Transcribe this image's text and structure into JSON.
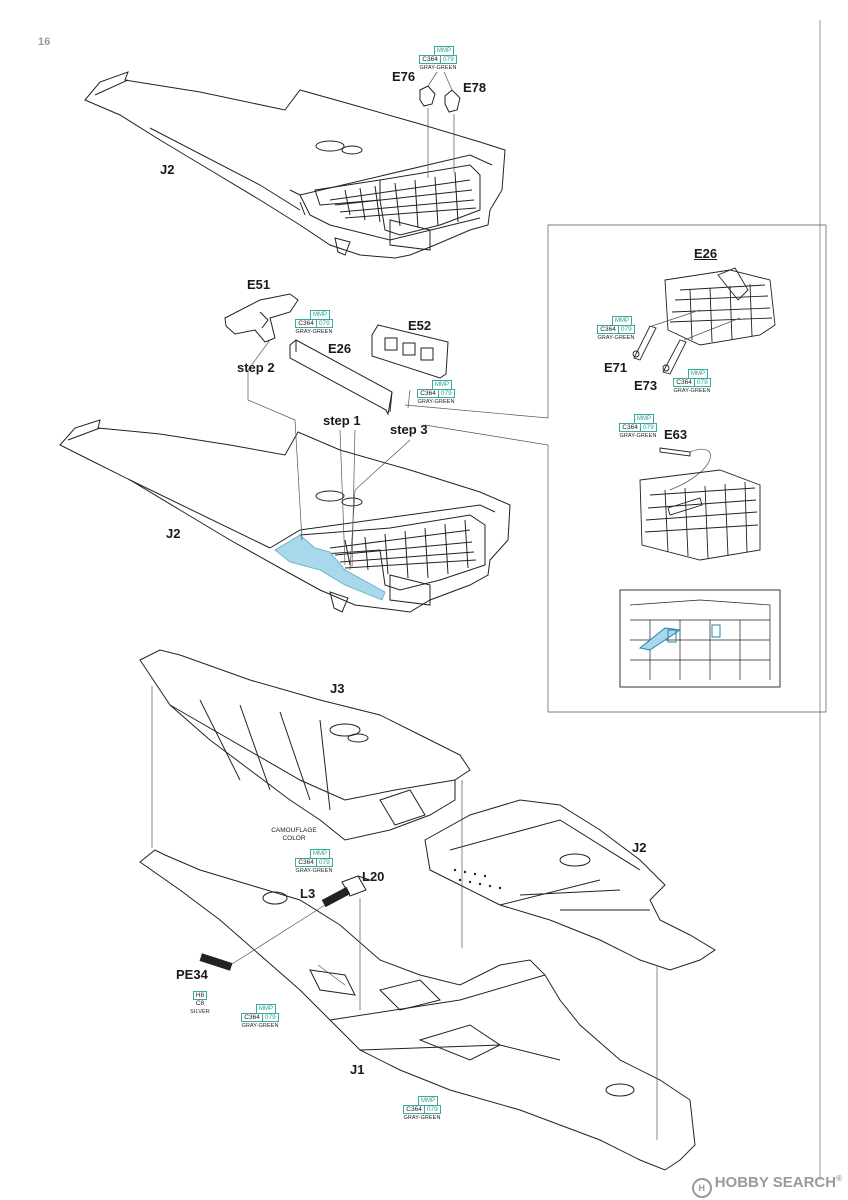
{
  "page_number": "16",
  "section1": {
    "parts": {
      "e76": "E76",
      "e78": "E78",
      "j2": "J2"
    }
  },
  "section2": {
    "parts": {
      "e51": "E51",
      "e26": "E26",
      "e52": "E52",
      "j2": "J2"
    },
    "steps": {
      "step1": "step 1",
      "step2": "step 2",
      "step3": "step 3"
    }
  },
  "detail": {
    "parts": {
      "e26": "E26",
      "e71": "E71",
      "e73": "E73",
      "e63": "E63"
    }
  },
  "section3": {
    "parts": {
      "j3": "J3",
      "j2": "J2",
      "l3": "L3",
      "l20": "L20",
      "pe34": "PE34",
      "j1": "J1"
    },
    "camo_line1": "CAMOUFLAGE",
    "camo_line2": "COLOR"
  },
  "colors": {
    "gray_green": {
      "brand": "MMP",
      "code": "C364",
      "number": "079",
      "name": "GRAY-GREEN"
    },
    "silver": {
      "code": "H8",
      "number": "C8",
      "name": "SILVER"
    },
    "highlight": "#a8d8ea",
    "line": "#222222",
    "callout": "#3aa7a0"
  },
  "watermark": {
    "brand": "HOBBY SEARCH",
    "logo_glyph": "H",
    "trademark": "®"
  }
}
